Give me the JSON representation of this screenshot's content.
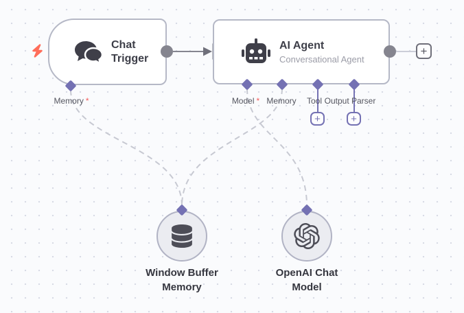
{
  "workflow": {
    "nodes": {
      "chat_trigger": {
        "title": "Chat Trigger"
      },
      "ai_agent": {
        "title": "AI Agent",
        "subtitle": "Conversational Agent"
      },
      "window_buffer_memory": {
        "title": "Window Buffer Memory"
      },
      "openai_chat_model": {
        "title": "OpenAI Chat Model"
      }
    },
    "ports": {
      "chat_trigger_memory": {
        "label": "Memory",
        "required_marker": "*"
      },
      "agent_model": {
        "label": "Model",
        "required_marker": "*"
      },
      "agent_memory": {
        "label": "Memory"
      },
      "agent_tool": {
        "label": "Tool"
      },
      "agent_output_parser": {
        "label": "Output Parser"
      }
    },
    "buttons": {
      "plus": "+"
    },
    "colors": {
      "accent_indigo": "#7471b3",
      "trigger_bolt_red": "#ff6d5a",
      "required_asterisk_red": "#f45a5a",
      "connector_gray": "#85858f",
      "dashed_connection_gray": "#c7c9d2",
      "node_border": "#b5b8c6",
      "canvas_background": "#fafbfd"
    }
  }
}
